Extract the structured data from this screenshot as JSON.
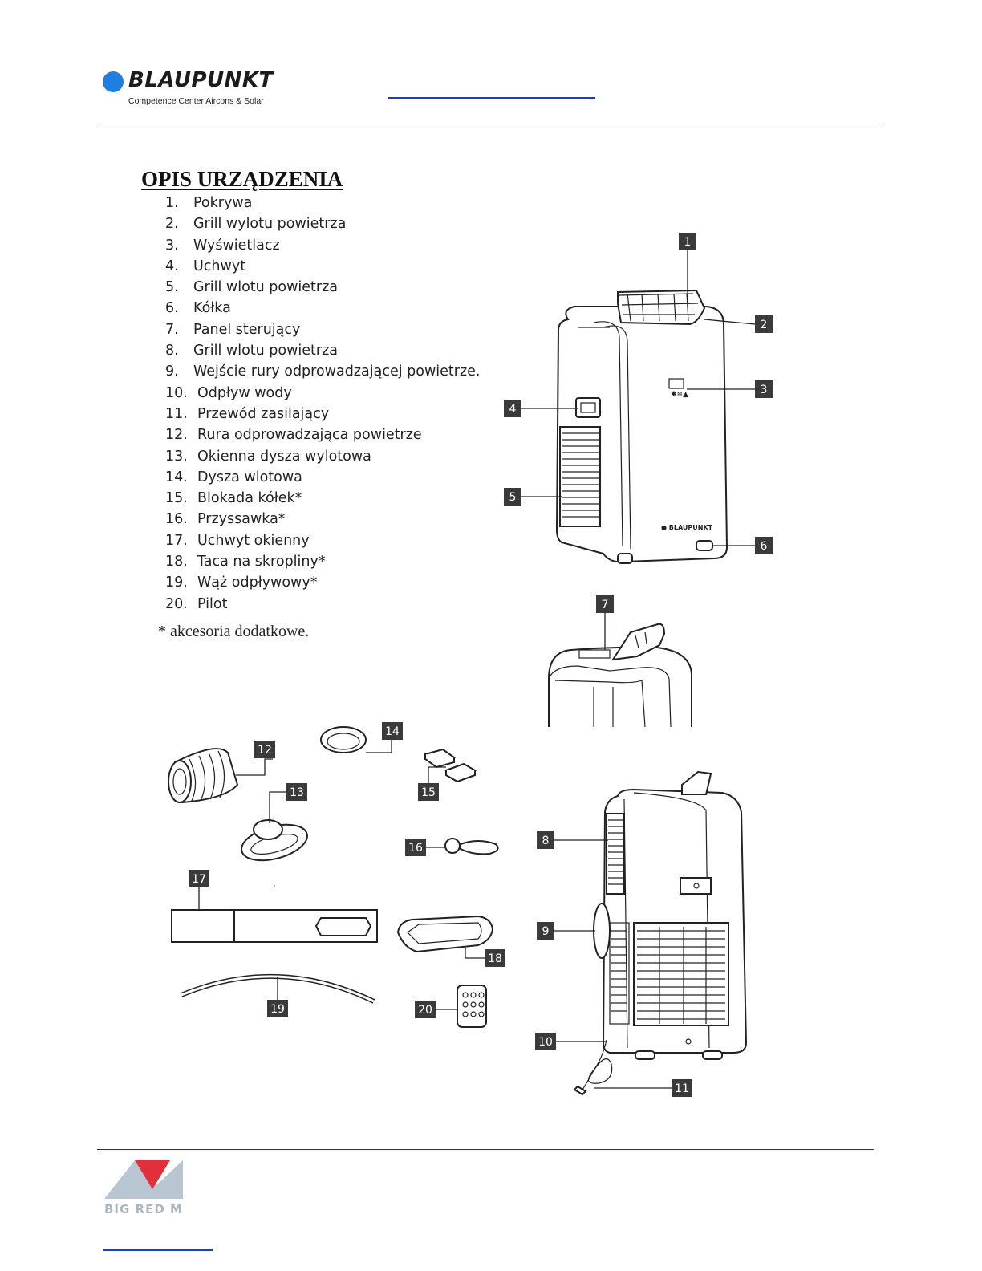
{
  "header": {
    "brand": "BLAUPUNKT",
    "subtitle": "Competence Center Aircons & Solar"
  },
  "section": {
    "title": "OPIS URZĄDZENIA",
    "items": [
      {
        "num": "1.",
        "label": "Pokrywa"
      },
      {
        "num": "2.",
        "label": "Grill wylotu powietrza"
      },
      {
        "num": "3.",
        "label": "Wyświetlacz"
      },
      {
        "num": "4.",
        "label": "Uchwyt"
      },
      {
        "num": "5.",
        "label": "Grill wlotu powietrza"
      },
      {
        "num": "6.",
        "label": "Kółka"
      },
      {
        "num": "7.",
        "label": "Panel sterujący"
      },
      {
        "num": "8.",
        "label": "Grill wlotu powietrza"
      },
      {
        "num": "9.",
        "label": "Wejście rury odprowadzającej powietrze."
      },
      {
        "num": "10.",
        "label": "Odpływ wody"
      },
      {
        "num": "11.",
        "label": "Przewód zasilający"
      },
      {
        "num": "12.",
        "label": "Rura odprowadzająca powietrze"
      },
      {
        "num": "13.",
        "label": "Okienna dysza wylotowa"
      },
      {
        "num": "14.",
        "label": "Dysza wlotowa"
      },
      {
        "num": "15.",
        "label": "Blokada kółek*"
      },
      {
        "num": "16.",
        "label": "Przyssawka*"
      },
      {
        "num": "17.",
        "label": "Uchwyt okienny"
      },
      {
        "num": "18.",
        "label": "Taca na skropliny*"
      },
      {
        "num": "19.",
        "label": "Wąż odpływowy*"
      },
      {
        "num": "20.",
        "label": "Pilot"
      }
    ],
    "note": "* akcesoria dodatkowe."
  },
  "callouts": [
    "1",
    "2",
    "3",
    "4",
    "5",
    "6",
    "7",
    "8",
    "9",
    "10",
    "11",
    "12",
    "13",
    "14",
    "15",
    "16",
    "17",
    "18",
    "19",
    "20"
  ],
  "unit_logo_text": "● BLAUPUNKT",
  "footer": {
    "logo_text": "BIG RED M"
  },
  "colors": {
    "brand_blue": "#1f7fe0",
    "link_blue": "#1a3fbf",
    "footer_red": "#e0303a",
    "footer_grey": "#a9b7c4"
  }
}
